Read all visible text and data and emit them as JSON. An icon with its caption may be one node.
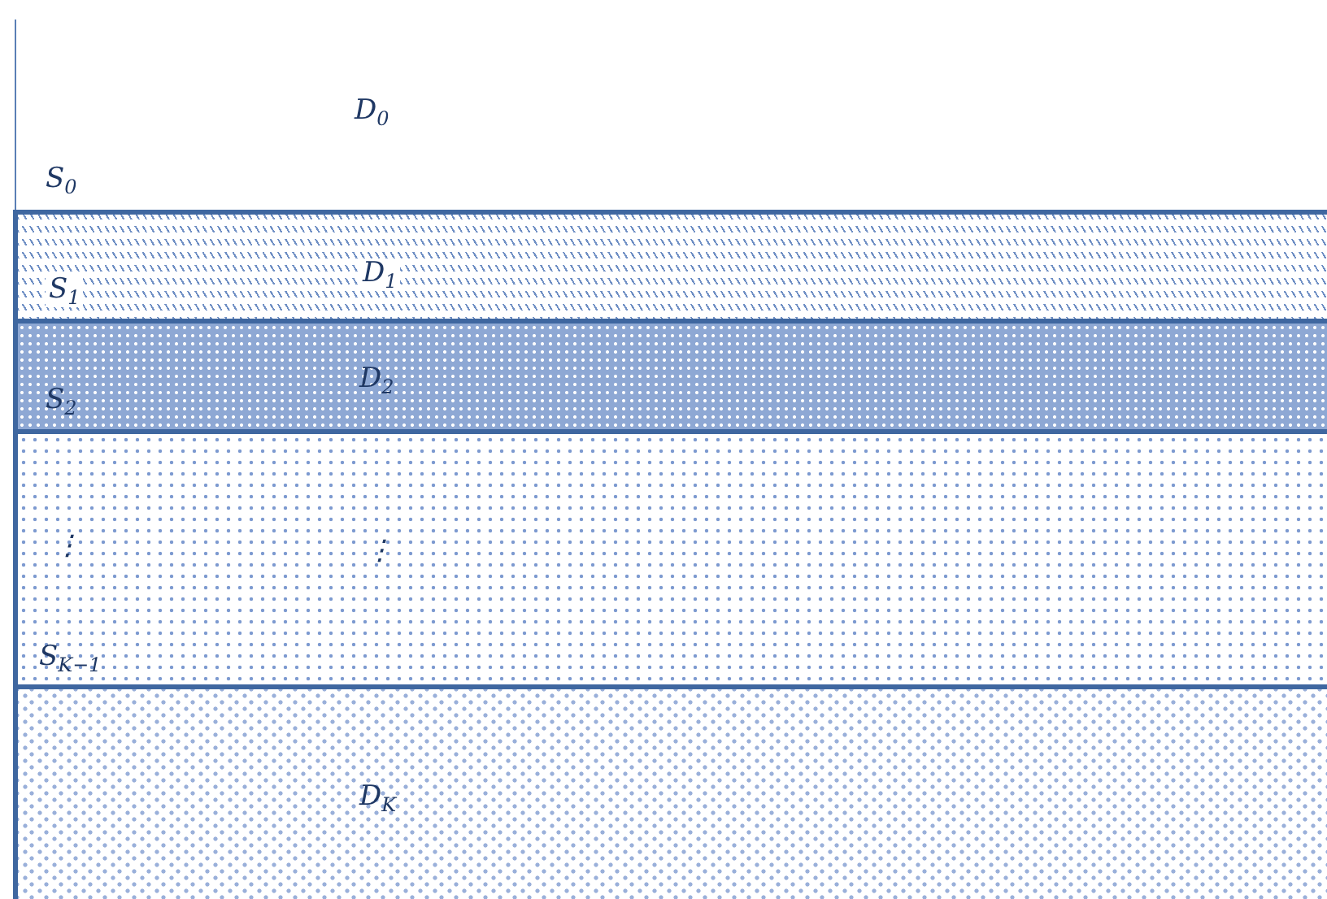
{
  "diagram": {
    "nodes": [
      {
        "text": [
          "D$_{0}$"
        ]
      },
      {
        "text": [
          "D$_{1}$"
        ]
      },
      {
        "text": [
          "D$_{2}$"
        ]
      },
      {
        "text": [
          "⋮"
        ]
      },
      {
        "text": [
          "D$_{K}$"
        ]
      }
    ],
    "labels": [
      "S$_{0}$",
      "S$_{1}$",
      "S$_{2}$",
      "⋮",
      "S$_{K−1}$"
    ]
  }
}
